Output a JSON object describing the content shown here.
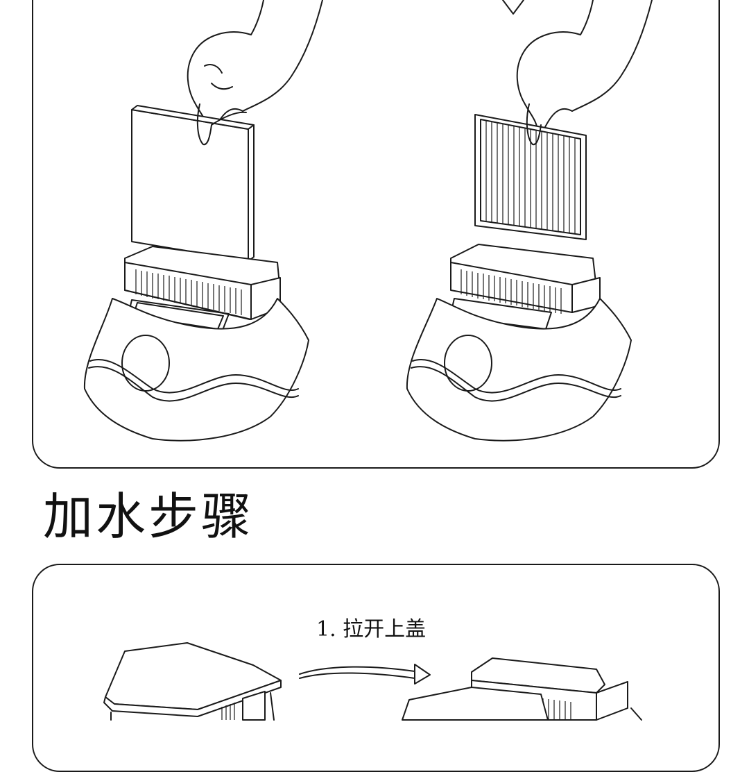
{
  "section_title": "加水步骤",
  "step_caption": "1. 拉开上盖",
  "illustrations": {
    "left_top": "hand-inserting-plain-filter-illustration",
    "right_top": "hand-inserting-pleated-filter-illustration",
    "left_bottom": "device-with-closed-lid-illustration",
    "right_bottom": "device-with-opened-lid-illustration",
    "arrow": "curved-right-arrow-icon"
  }
}
